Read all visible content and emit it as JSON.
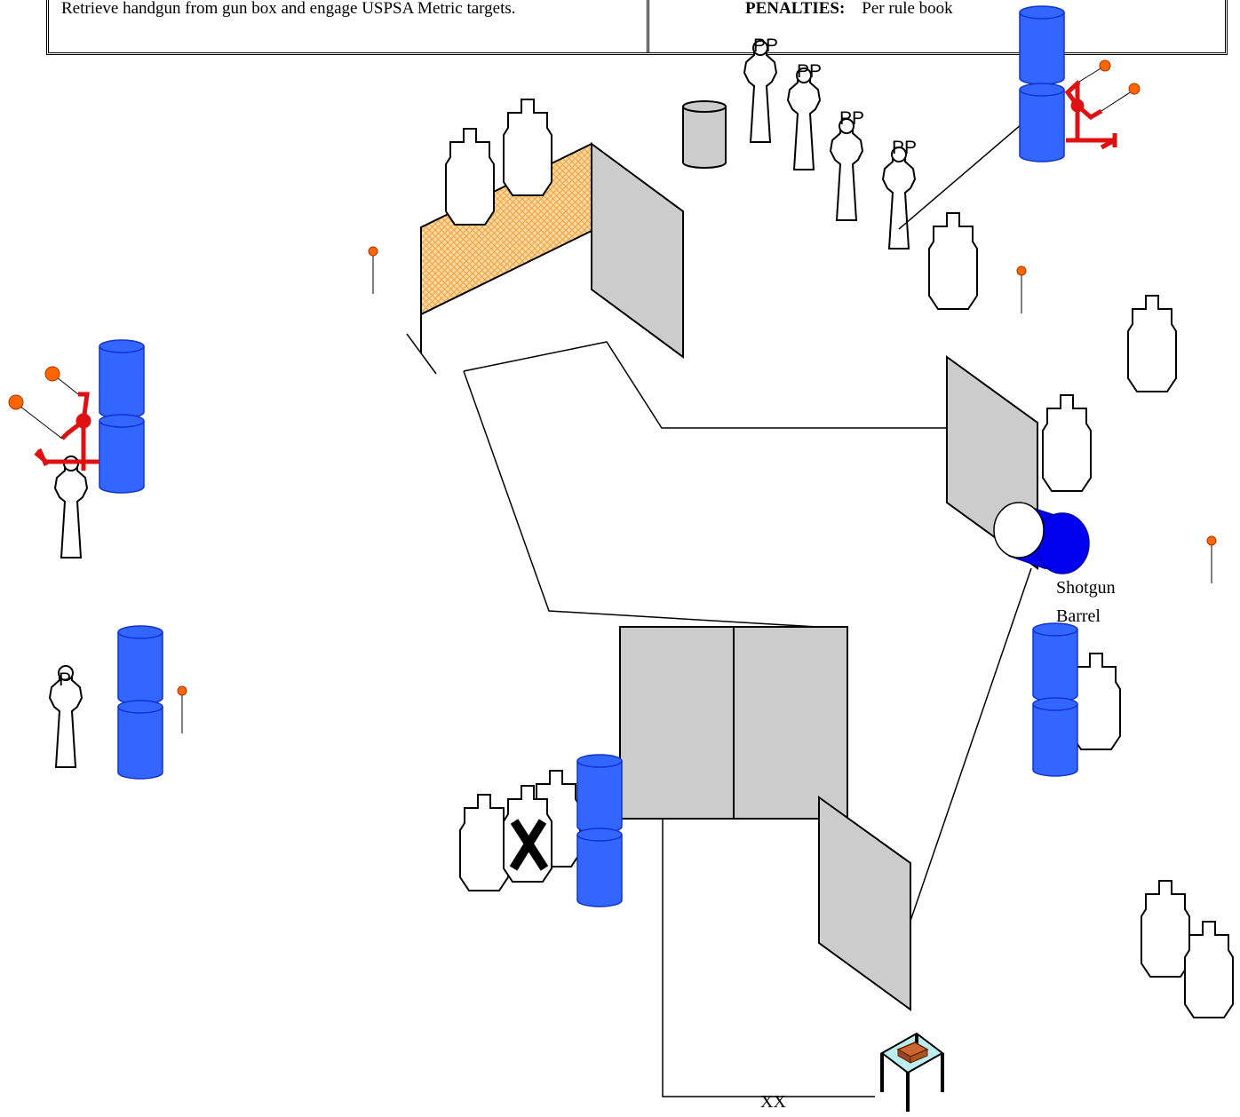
{
  "header": {
    "description": "Retrieve handgun from gun box and engage USPSA Metric targets.",
    "penalties_label": "PENALTIES:",
    "penalties_value": "Per rule book"
  },
  "labels": {
    "pp1": "PP",
    "pp2": "PP",
    "pp3": "PP",
    "pp4": "PP",
    "p_left": "P",
    "shotgun": "Shotgun",
    "barrel": "Barrel",
    "start": "XX"
  },
  "colors": {
    "barrel_blue": "#3366ff",
    "barrel_dark": "#0000ee",
    "popper_red": "#dd1111",
    "plate_orange": "#ff6600",
    "wall_gray": "#cccccc",
    "mesh_orange": "#ffcc88",
    "table_top": "#bbeeee"
  }
}
